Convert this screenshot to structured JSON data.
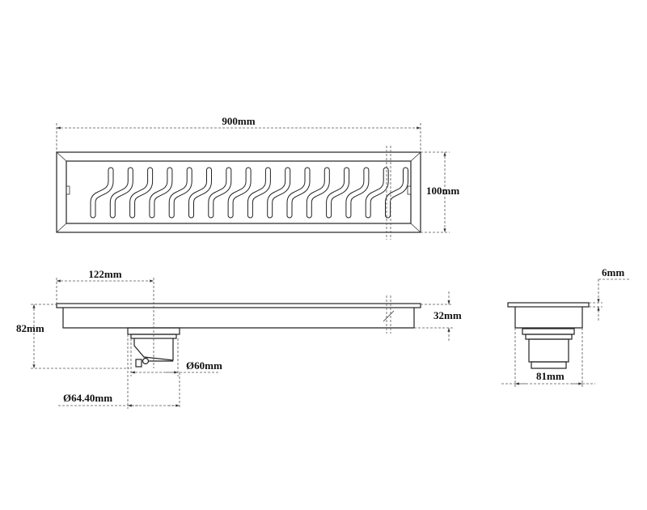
{
  "top_view": {
    "length_label": "900mm",
    "width_label": "100mm",
    "slot_count": 16
  },
  "side_view": {
    "outlet_offset_label": "122mm",
    "total_depth_label": "82mm",
    "channel_depth_label": "32mm",
    "inner_diameter_label": "Ø60mm",
    "outer_diameter_label": "Ø64.40mm"
  },
  "end_view": {
    "flange_label": "6mm",
    "outlet_width_label": "81mm"
  },
  "colors": {
    "line": "#222222",
    "background": "#ffffff"
  }
}
